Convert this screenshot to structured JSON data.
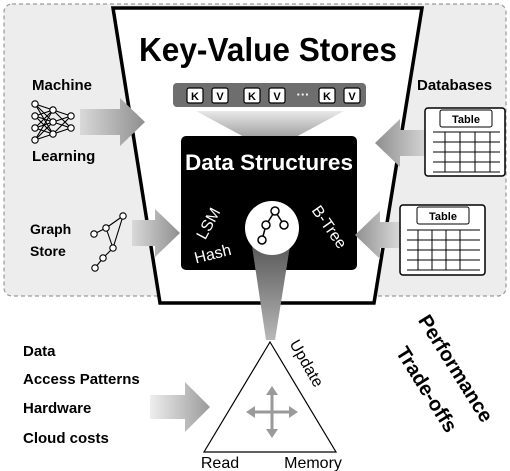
{
  "title": "Key-Value Stores",
  "kv_tokens": [
    "K",
    "V",
    "K",
    "V",
    "K",
    "V"
  ],
  "kv_ellipsis": "···",
  "left_inputs": {
    "machine_learning_line1": "Machine",
    "machine_learning_line2": "Learning",
    "graph_store_line1": "Graph",
    "graph_store_line2": "Store"
  },
  "right_inputs": {
    "databases": "Databases",
    "table_label": "Table"
  },
  "core": {
    "title": "Data Structures",
    "lsm": "LSM",
    "btree": "B-Tree",
    "hash": "Hash"
  },
  "factors": [
    "Data",
    "Access Patterns",
    "Hardware",
    "Cloud costs"
  ],
  "triangle": {
    "update": "Update",
    "read": "Read",
    "memory": "Memory"
  },
  "tradeoff_line1": "Performance",
  "tradeoff_line2": "Trade-offs",
  "colors": {
    "panel_fill": "#ededed",
    "panel_border": "#9a9a9a",
    "black_box": "#000000",
    "arrow_gray": "#a9a9a9",
    "arrow_dark": "#8c8c8c"
  }
}
